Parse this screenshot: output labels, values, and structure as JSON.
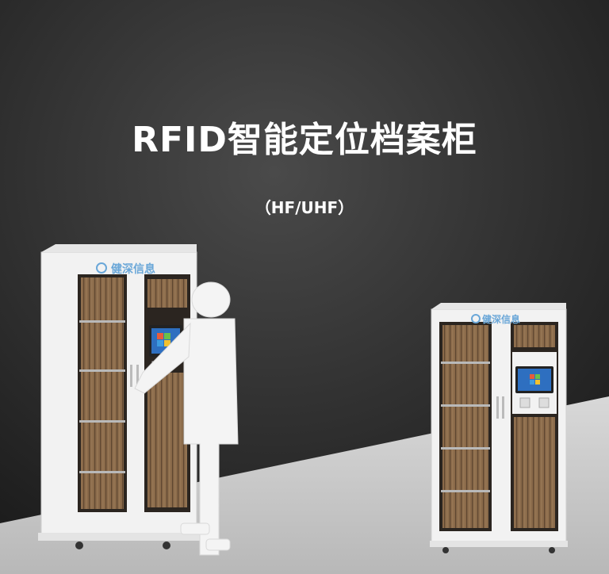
{
  "header": {
    "title": "RFID智能定位档案柜",
    "subtitle": "（HF/UHF）"
  },
  "left_cabinet": {
    "brand_text": "健深信息"
  },
  "right_cabinet": {
    "brand_text": "健深信息"
  },
  "colors": {
    "background_dark": "#2a2a2a",
    "floor_light": "#cfcfcf",
    "cabinet_white": "#f2f2f2",
    "folder_brown": "#8a6a4a",
    "brand_blue": "#6aa7d8"
  }
}
